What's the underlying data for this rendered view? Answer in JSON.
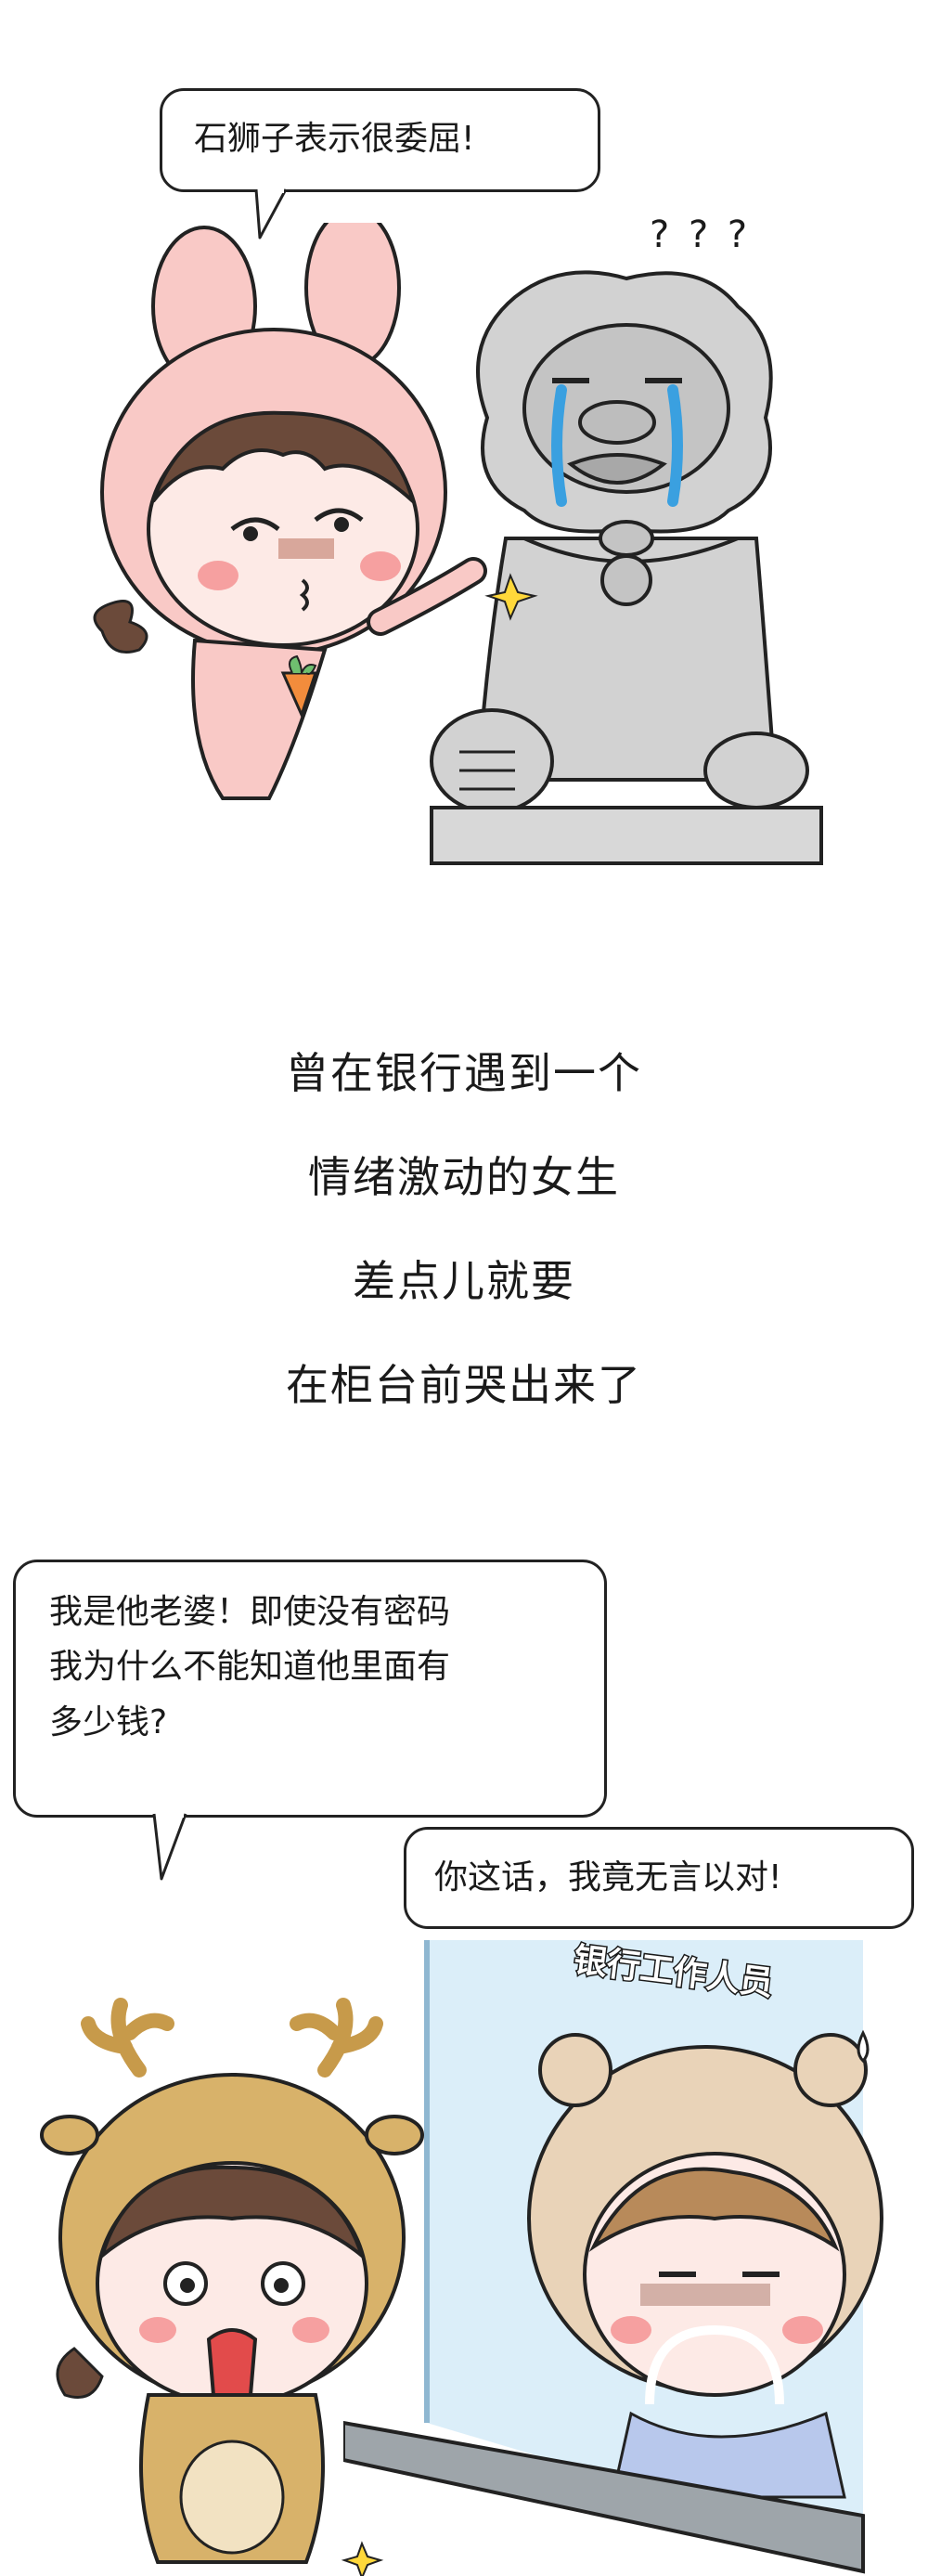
{
  "panel1": {
    "bubble_text": "石狮子表示很委屈!",
    "lion_marks": "? ? ?"
  },
  "captions": [
    "曾在银行遇到一个",
    "情绪激动的女生",
    "差点儿就要",
    "在柜台前哭出来了"
  ],
  "panel2": {
    "customer_bubble_lines": [
      "我是他老婆！即使没有密码",
      "我为什么不能知道他里面有",
      "多少钱?"
    ],
    "clerk_bubble_text": "你这话，我竟无言以对!",
    "clerk_sign": "银行工作人员"
  },
  "colors": {
    "pink_suit": "#f9c9c6",
    "stone": "#d2d2d2",
    "deer_suit": "#d8b26a",
    "skin": "#fdeae6",
    "hair": "#6b4a3a",
    "glass": "#cfe8f7"
  }
}
